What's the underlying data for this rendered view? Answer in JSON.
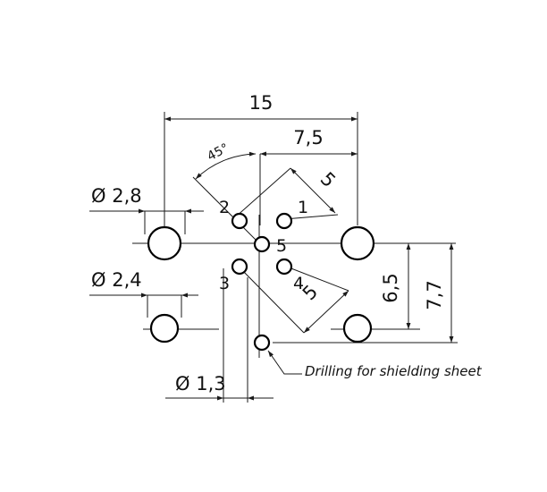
{
  "dimensions": {
    "overall_width": "15",
    "half_width": "7,5",
    "angle": "45°",
    "diagonal_top": "5",
    "diagonal_bottom": "5",
    "height_inner": "6,5",
    "height_outer": "7,7"
  },
  "diameters": {
    "large_hole": "Ø 2,8",
    "small_hole": "Ø 2,4",
    "pin_hole": "Ø 1,3"
  },
  "pins": [
    "1",
    "2",
    "3",
    "4",
    "5"
  ],
  "note": "Drilling for shielding sheet"
}
